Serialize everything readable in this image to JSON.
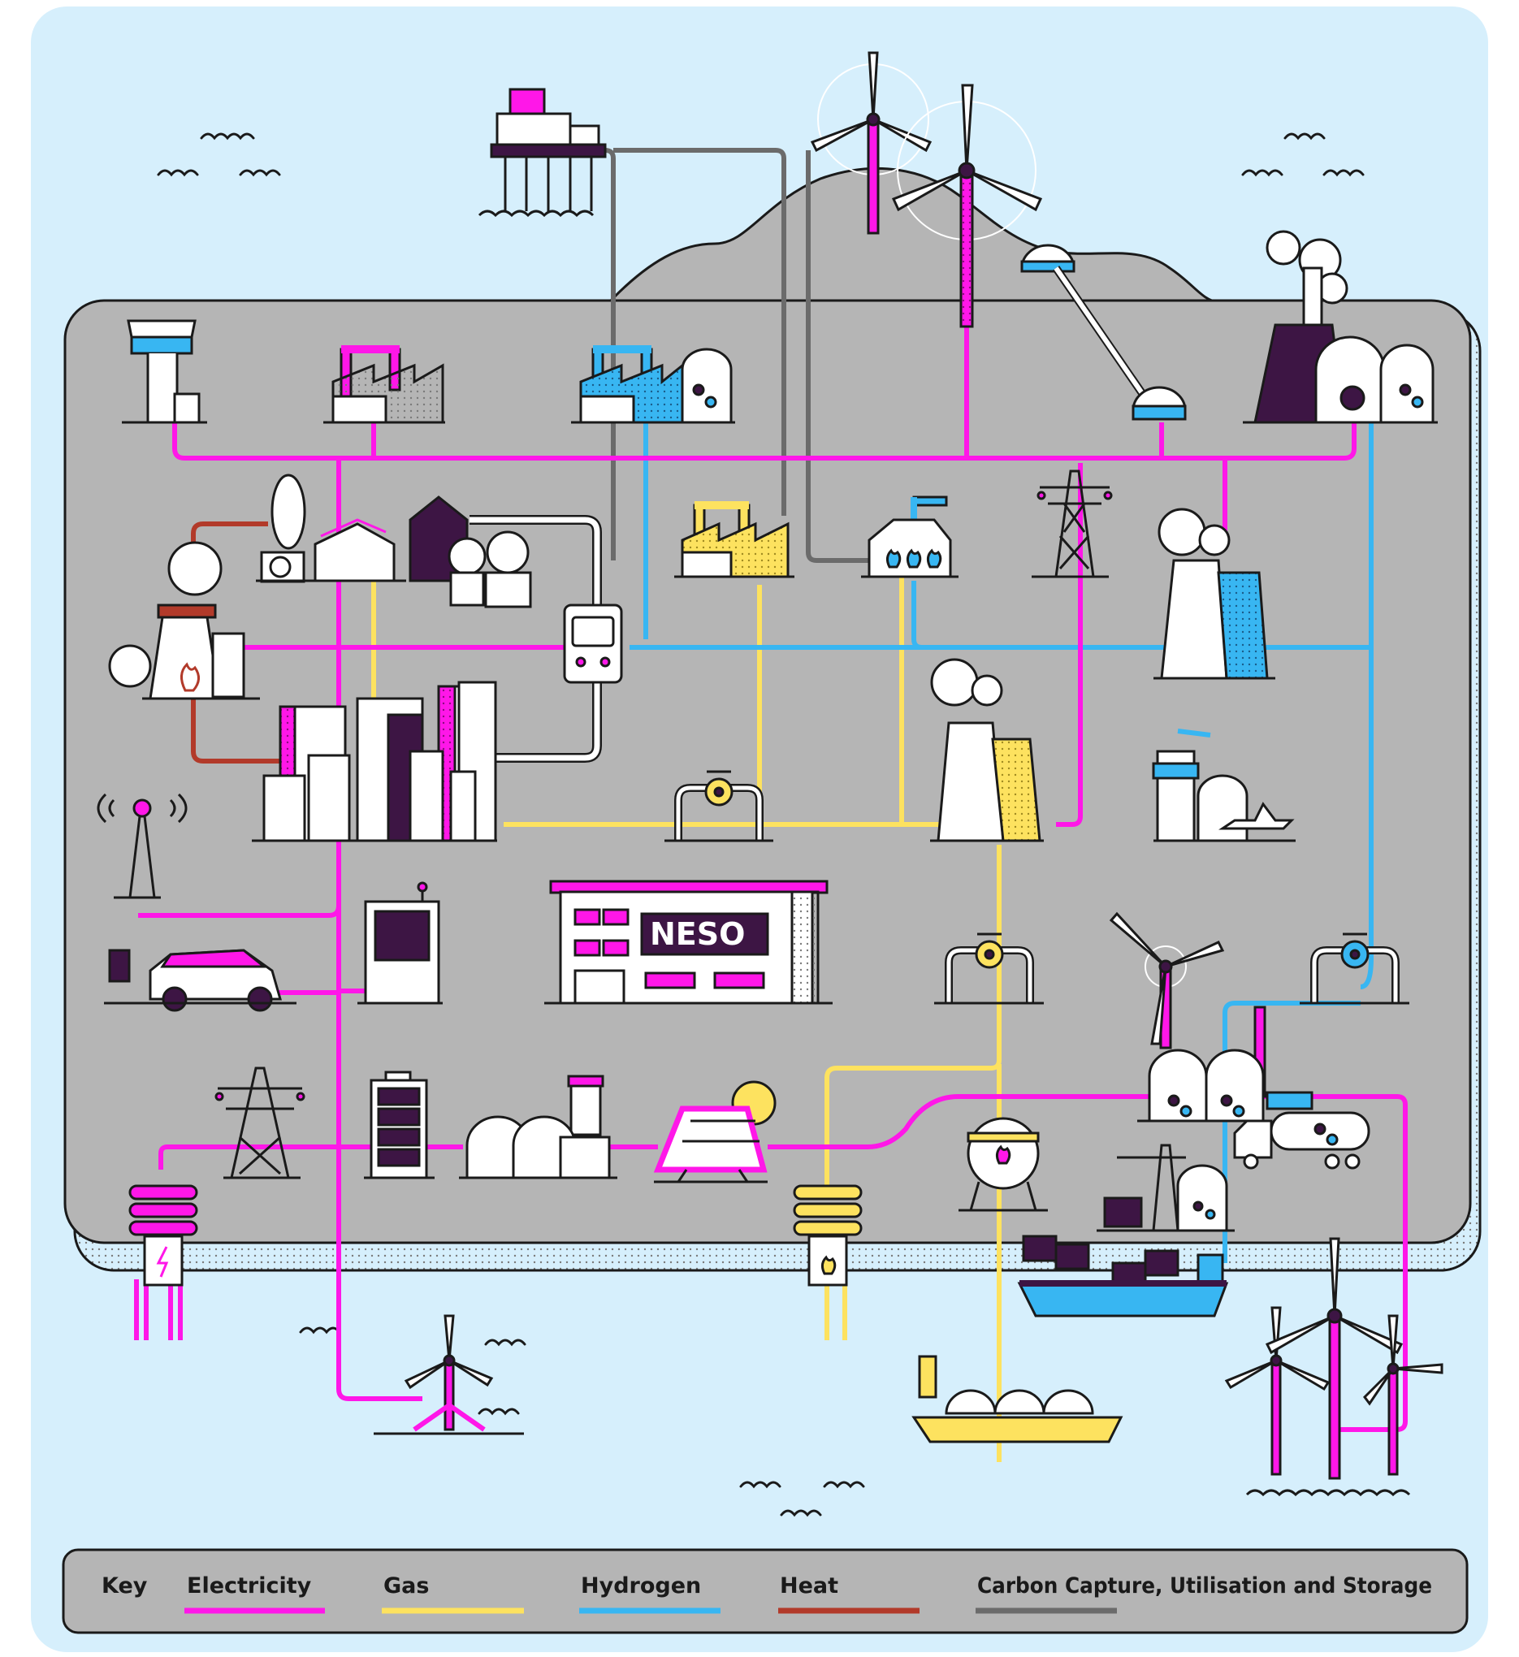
{
  "brand": {
    "building_label": "NESO"
  },
  "key": {
    "title": "Key",
    "items": [
      {
        "label": "Electricity",
        "color": "#ff17e8"
      },
      {
        "label": "Gas",
        "color": "#fde25f"
      },
      {
        "label": "Hydrogen",
        "color": "#38b6f2"
      },
      {
        "label": "Heat",
        "color": "#b23a2a"
      },
      {
        "label": "Carbon Capture, Utilisation and Storage",
        "color": "#6b6b6b"
      }
    ]
  },
  "colors": {
    "sea": "#d6effc",
    "land": "#b5b5b5",
    "outline": "#1a1a1a",
    "deep_purple": "#3d1544"
  }
}
